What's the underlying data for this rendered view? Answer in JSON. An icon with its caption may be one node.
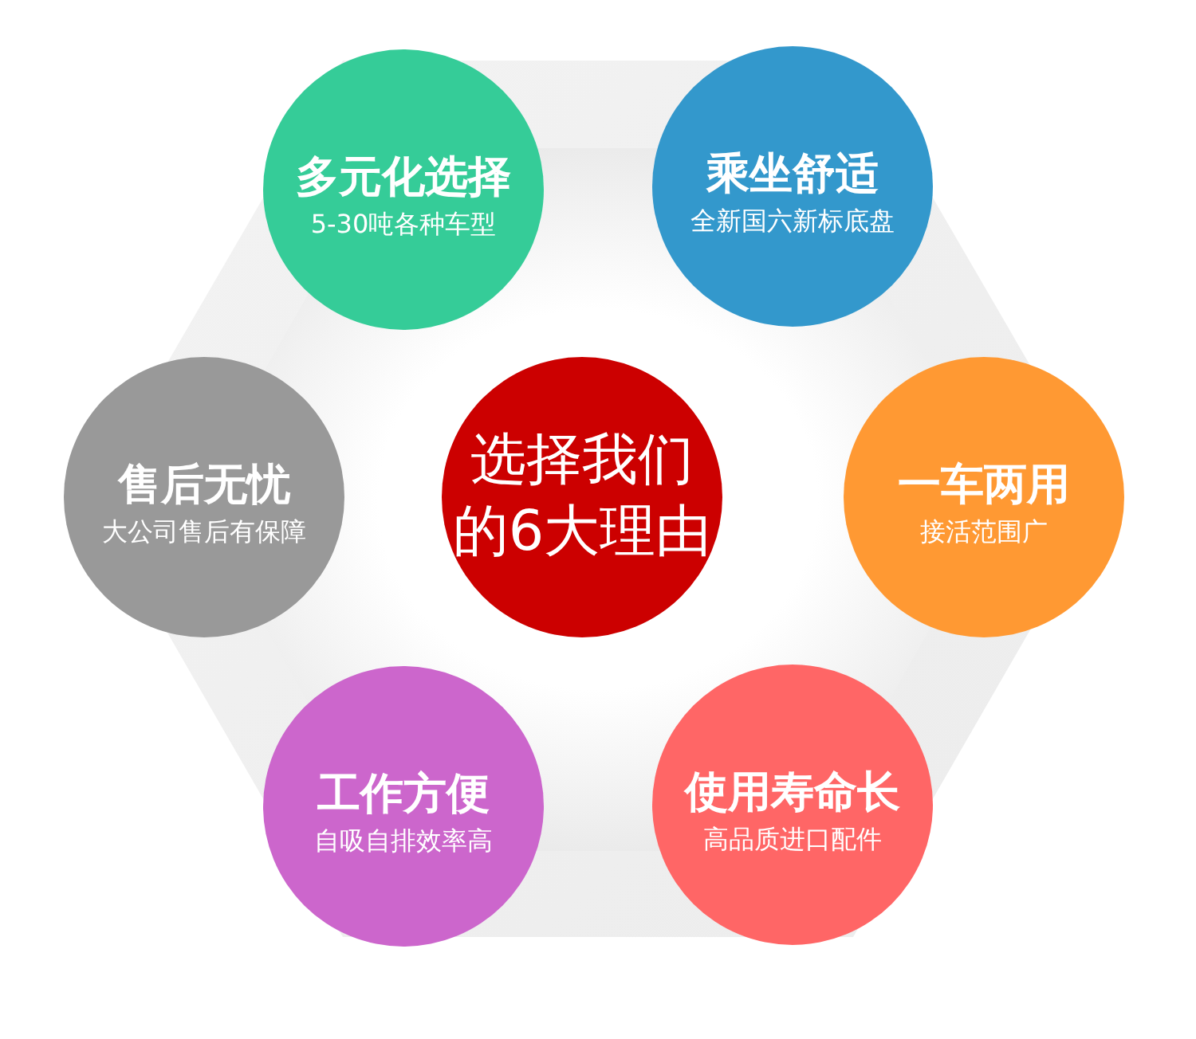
{
  "diagram": {
    "nodes": [
      {
        "text": [
          "多元化选择",
          "5-30吨各种车型"
        ]
      },
      {
        "text": [
          "乘坐舒适",
          "全新国六新标底盘"
        ]
      },
      {
        "text": [
          "售后无忧",
          "大公司售后有保障"
        ]
      },
      {
        "text": [
          "选择我们的6大理由"
        ]
      },
      {
        "text": [
          "一车两用",
          "接活范围广"
        ]
      },
      {
        "text": [
          "工作方便",
          "自吸自排效率高"
        ]
      },
      {
        "text": [
          "使用寿命长",
          "高品质进口配件"
        ]
      }
    ]
  }
}
